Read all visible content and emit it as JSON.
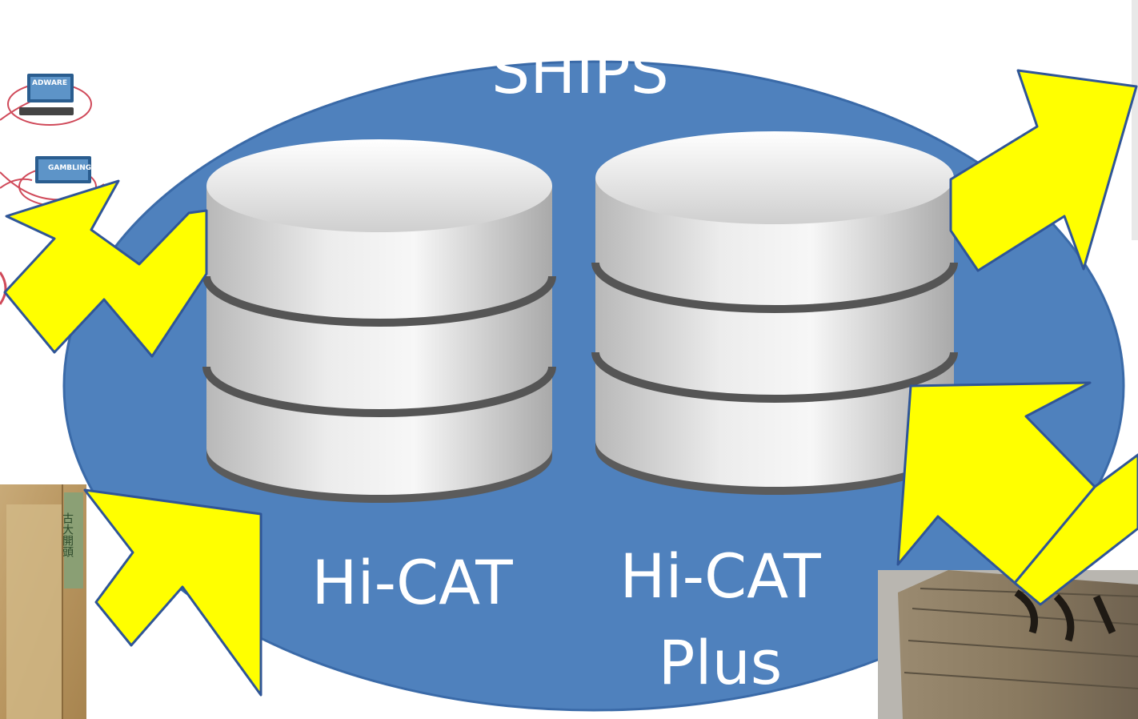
{
  "diagram": {
    "title": "SHIPS",
    "databases": [
      {
        "name": "Hi-CAT"
      },
      {
        "name_line1": "Hi-CAT",
        "name_line2": "Plus"
      }
    ],
    "network_tags": [
      "ADWARE",
      "GAMBLING"
    ],
    "colors": {
      "ellipse": "#4f81bd",
      "ellipse_border": "#3a6aa8",
      "arrow_fill": "#ffff00",
      "arrow_stroke": "#2f5597",
      "cylinder_light": "#f4f4f4",
      "cylinder_dark": "#9a9a9a"
    }
  }
}
